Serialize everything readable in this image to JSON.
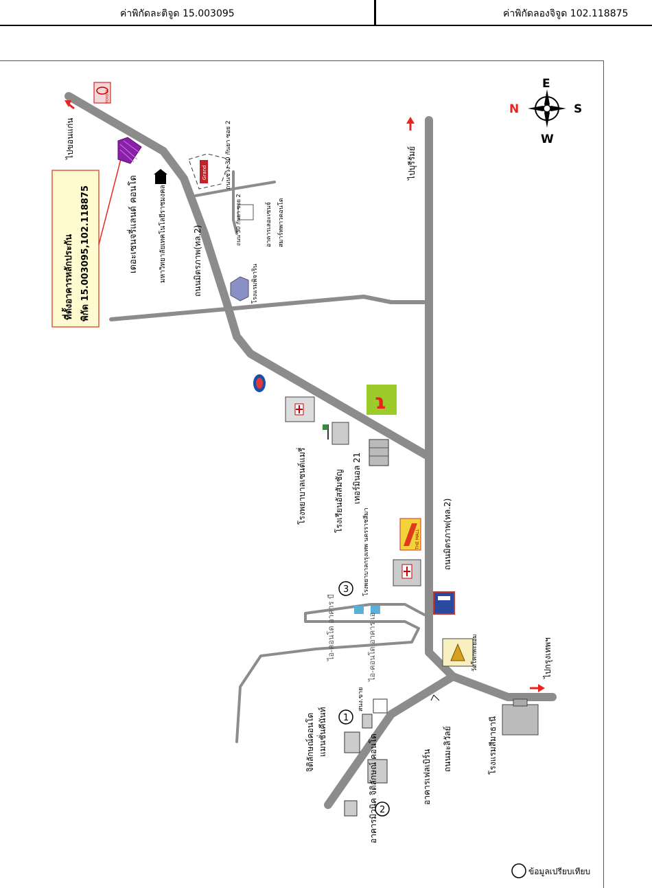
{
  "header": {
    "latitude": "ค่าพิกัดละติจูด 15.003095",
    "longitude": "ค่าพิกัดลองจิจูด 102.118875"
  },
  "compass": {
    "e": "E",
    "n": "N",
    "s": "S",
    "w": "W"
  },
  "callout": {
    "line1": "ที่ตั้งอาคารหลักประกัน",
    "line2": "พิกัด 15.003095,102.118875"
  },
  "labels": {
    "to_khonkaen": "ไปขอนแก่น",
    "to_buriram": "ไปบุรีรัมย์",
    "to_bangkok": "ไปกรุงเทพฯ",
    "road_mittraphap_top": "ถนนมิตรภาพ(ทล.2)",
    "road_mittraphap_bottom": "ถนนมิตรภาพ(ทล.2)",
    "road_soi": "ถนนมิตรภาพ(ทล.2)",
    "soi_30_kanya": "ถนนช่วง 30 กันยา ซอย 2",
    "soi_30_kanya_2": "ถนน 30 กันยา ซอย 2",
    "condo_seri": "เดอะเซนจรี่แลนด์ คอนโด",
    "college": "มหาวิทยาลัยเทคโนโลยีราชมงคล",
    "building_sub": "อาคารเลอะเซนจ์",
    "smart_condo": "สมาร์ทพาวคอนโด",
    "hotel_phucharin": "โรงแรมพิจาริน",
    "hospital_saint_mary": "โรงพยาบาลเซนต์แมรี่",
    "school_assumption": "โรงเรียนอัสสัมชัญ",
    "terminal21": "เทอร์มินอล 21",
    "the_mall": "THE MALL",
    "hospital_bkk": "โรงพยาบาลกรุงเทพ นครราชสีมา",
    "ai_condo_b": "ไอ-คอนโด อาคาร บี",
    "ai_condo_a": "ไอ-คอนโด อาคาร เอ",
    "wat": "วัดโคกพะยอม",
    "postoffice": "สนง.ขาย",
    "ji_condo_1": "จิติลักษณ์คอนโด",
    "ji_condo_1b": "แมนชั่นคีนันท์",
    "ji_condo_2": "อาคารมิวนิค จิติลักษณ์ คอนโด",
    "ji_condo_2b": "อาคารเฟลเบิร์น",
    "road_bottom": "ถนนมะลิวัลย์",
    "hotel_sima": "โรงแรมสีมาธานี",
    "num1": "1",
    "num2": "2",
    "num3": "3",
    "legend": "ข้อมูลเปรียบเทียบ",
    "toyota": "TOYOTA",
    "grand": "Grand"
  },
  "colors": {
    "road": "#8c8c8c",
    "arrow": "#e8241c",
    "callout_bg": "#fffbd0",
    "callout_border": "#e05a3a",
    "marker": "#8a1fa8",
    "lotus": "#9ccc2b"
  }
}
